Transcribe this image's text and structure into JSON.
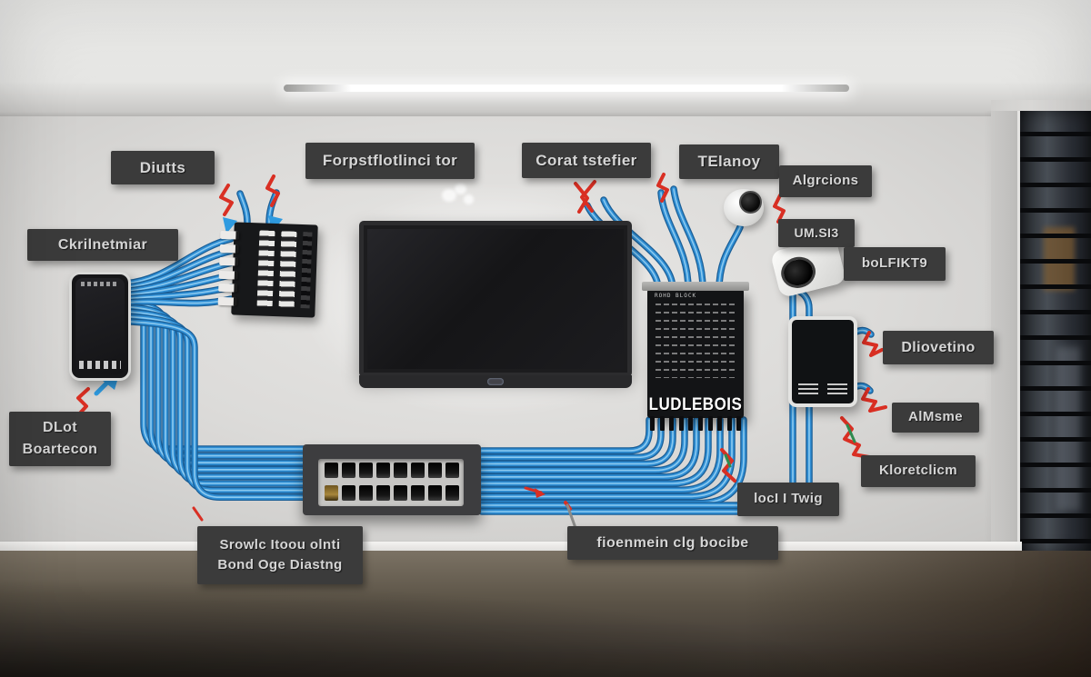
{
  "callouts": {
    "diutts": "Diutts",
    "forpstflotlinci_tor": "Forpstflotlinci tor",
    "corat_tstefier": "Corat tstefier",
    "telanoy": "TElanoy",
    "algrcions": "Algrcions",
    "ckrilnetmiar": "Ckrilnetmiar",
    "um_si3": "UM.SI3",
    "bolfikt9": "boLFIKT9",
    "dliovetino": "Dliovetino",
    "almsme": "AlMsme",
    "kloretclicm": "Kloretclicm",
    "loci_i_twig": "locI I Twig",
    "fioenmein_clg_bocibe": "fioenmein clg bocibe",
    "srowlc_line1": "Srowlc Itoou olnti",
    "srowlc_line2": "Bond Oge Diastng",
    "dlot_line1": "DLot",
    "dlot_line2": "Boartecon"
  },
  "devices": {
    "terminal_block_brand": "LUDLEBOIS",
    "terminal_block_header": "ROHD BLOCK"
  },
  "colors": {
    "cable_blue": "#2f8ed4",
    "arrow_red": "#d92f23",
    "label_bg": "#3b3b3b",
    "label_text": "#d6d6d6"
  }
}
